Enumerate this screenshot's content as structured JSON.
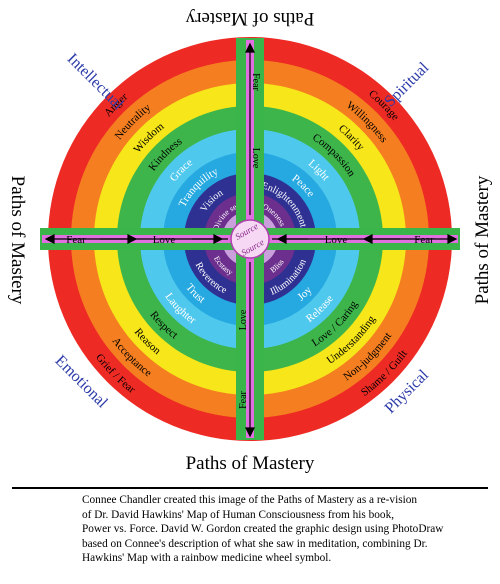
{
  "title_top": "Paths of Mastery",
  "title_bottom": "Paths of Mastery",
  "title_left": "Paths of Mastery",
  "title_right": "Paths of Mastery",
  "quadrants": {
    "intellectual": "Intellectual",
    "spiritual": "Spiritual",
    "emotional": "Emotional",
    "physical": "Physical"
  },
  "center": {
    "line1": "Source",
    "line2": "Source"
  },
  "axis": {
    "fear": "Fear",
    "love": "Love"
  },
  "rings": [
    {
      "color": "#ee2a24",
      "tl": "Anger",
      "tr": "Courage",
      "bl": "Grief / Fear",
      "br": "Shame / Guilt"
    },
    {
      "color": "#f57f20",
      "tl": "Neutrality",
      "tr": "Willingness",
      "bl": "Acceptance",
      "br": "Non-judgment"
    },
    {
      "color": "#f6e61a",
      "tl": "Wisdom",
      "tr": "Clarity",
      "bl": "Reason",
      "br": "Understanding"
    },
    {
      "color": "#3db54a",
      "tl": "Kindness",
      "tr": "Compassion",
      "bl": "Respect",
      "br": "Love / Caring"
    },
    {
      "color": "#4fc8ee",
      "tl": "Grace",
      "tr": "Light",
      "bl": "Laughter",
      "br": "Release"
    },
    {
      "color": "#25a9e0",
      "tl": "Tranquility",
      "tr": "Peace",
      "bl": "Trust",
      "br": "Joy"
    },
    {
      "color": "#2e3192",
      "tl": "Vision",
      "tr": "Enlightenment",
      "bl": "Reverence",
      "br": "Illumination"
    },
    {
      "color": "#6c2f8e",
      "tl": "Divine self",
      "tr": "Oneness",
      "bl": "Ecstasy",
      "br": "Bliss"
    }
  ],
  "caption": [
    "Connee Chandler created this image of the Paths of Mastery as a re-vision",
    "of Dr. David Hawkins' Map of Human Consciousness from his book,",
    "Power vs. Force.  David W. Gordon created the graphic design using PhotoDraw",
    "based on Connee's description of what she saw in meditation, combining Dr.",
    "Hawkins' Map with a rainbow medicine wheel symbol."
  ]
}
